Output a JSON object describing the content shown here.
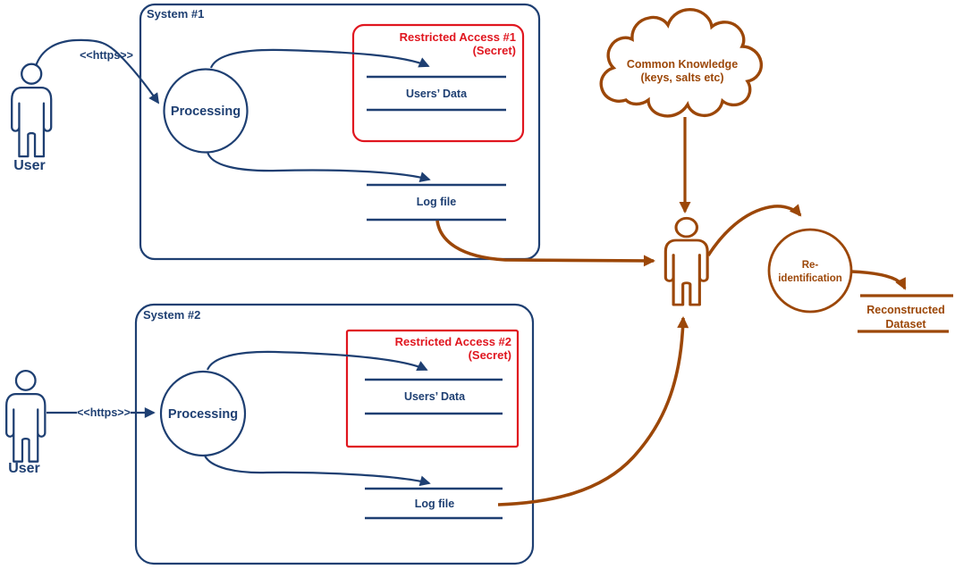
{
  "colors": {
    "navy": "#1e3f72",
    "red": "#e0161f",
    "brown": "#9c4708",
    "background": "#ffffff"
  },
  "users": {
    "top": {
      "label": "User"
    },
    "bottom": {
      "label": "User"
    }
  },
  "connections": {
    "https_top": "<<https>>",
    "https_bottom": "<<https>>"
  },
  "system1": {
    "label": "System #1",
    "process_label": "Processing",
    "restricted_title": "Restricted Access #1",
    "restricted_subtitle": "(Secret)",
    "users_data_label": "Users’ Data",
    "log_file_label": "Log file"
  },
  "system2": {
    "label": "System #2",
    "process_label": "Processing",
    "restricted_title": "Restricted Access #2",
    "restricted_subtitle": "(Secret)",
    "users_data_label": "Users’ Data",
    "log_file_label": "Log file"
  },
  "cloud": {
    "line1": "Common Knowledge",
    "line2": "(keys, salts etc)"
  },
  "attacker_process": {
    "line1": "Re-",
    "line2": "identification"
  },
  "output_store": {
    "line1": "Reconstructed",
    "line2": "Dataset"
  }
}
